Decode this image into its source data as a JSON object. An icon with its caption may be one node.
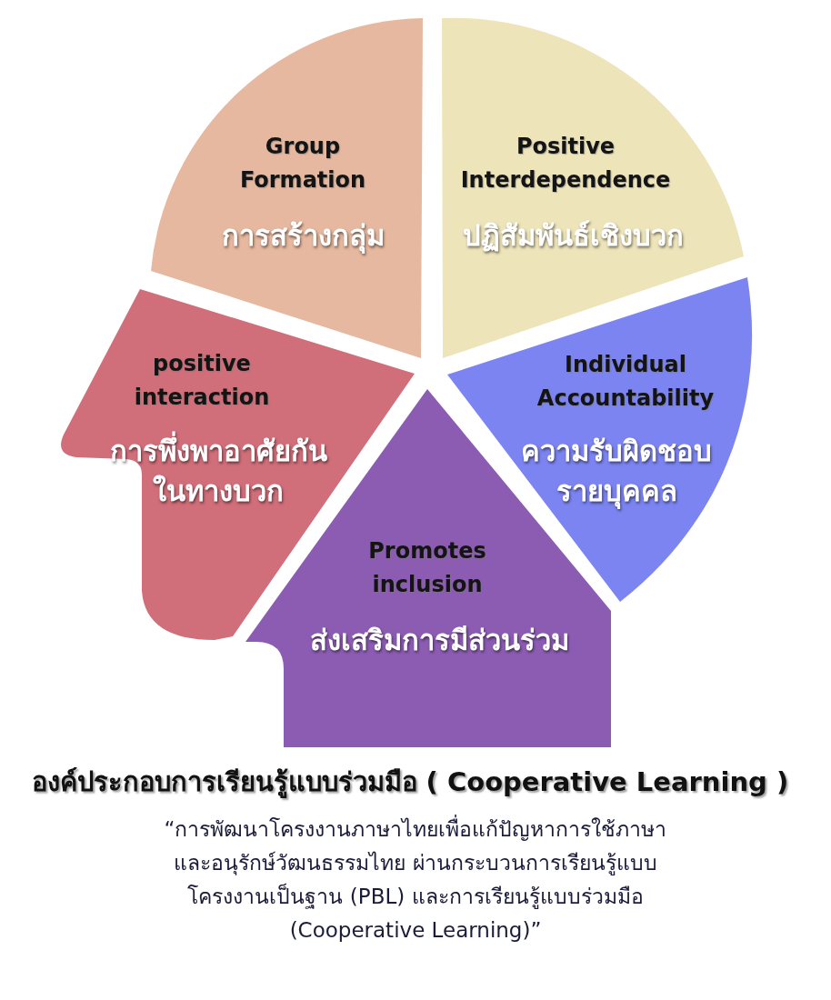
{
  "diagram": {
    "title": "องค์ประกอบการเรียนรู้แบบร่วมมือ ( Cooperative Learning )",
    "caption": "“การพัฒนาโครงงานภาษาไทยเพื่อแก้ปัญหาการใช้ภาษา และอนุรักษ์วัฒนธรรมไทย ผ่านกระบวนการเรียนรู้แบบโครงงานเป็นฐาน (PBL) และการเรียนรู้แบบร่วมมือ (Cooperative Learning)”",
    "nodes": [
      {
        "text": [
          "Group Formation",
          "การสร้างกลุ่ม"
        ]
      },
      {
        "text": [
          "Positive Interdependence",
          "ปฏิสัมพันธ์เชิงบวก"
        ]
      },
      {
        "text": [
          "positive interaction",
          "การพึ่งพาอาศัยกันในทางบวก"
        ]
      },
      {
        "text": [
          "Individual Accountability",
          "ความรับผิดชอบรายบุคคล"
        ]
      },
      {
        "text": [
          "Promotes inclusion",
          "ส่งเสริมการมีส่วนร่วม"
        ]
      }
    ]
  }
}
